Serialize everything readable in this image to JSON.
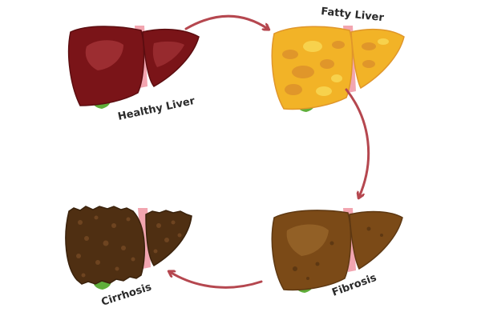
{
  "stages": [
    {
      "id": "healthy",
      "label": "Healthy Liver",
      "color_main": "#7a1418",
      "color_light": "#a8353a",
      "color_dark": "#5c0d10"
    },
    {
      "id": "fatty",
      "label": "Fatty Liver",
      "color_main": "#f2b327",
      "color_light": "#f7d24d",
      "color_dark": "#e0962a"
    },
    {
      "id": "fibrosis",
      "label": "Fibrosis",
      "color_main": "#7b4a17",
      "color_light": "#9c6a2e",
      "color_dark": "#5e3812"
    },
    {
      "id": "cirrhosis",
      "label": "Cirrhosis",
      "color_main": "#4f2f12",
      "color_light": "#6e4420",
      "color_dark": "#3a220c"
    }
  ],
  "colors": {
    "arrow": "#b5474f",
    "ligament": "#f2a5b0",
    "gallbladder": "#5fae3a"
  }
}
